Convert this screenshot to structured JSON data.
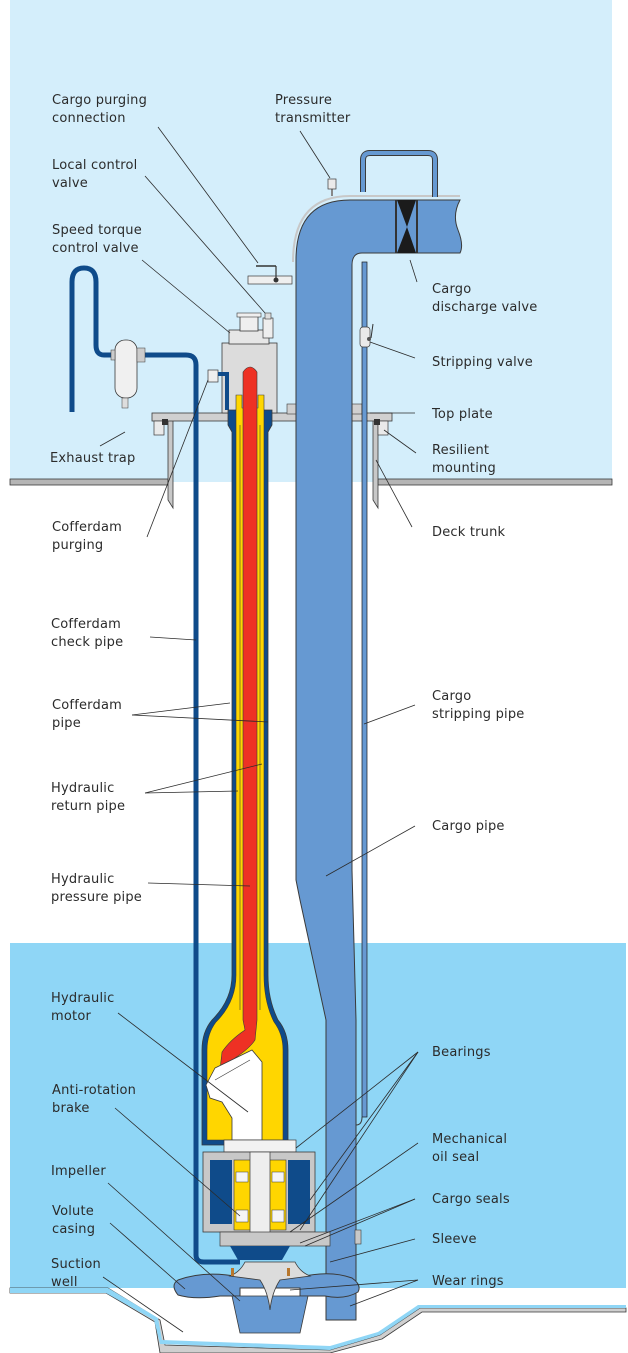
{
  "title": "Submerged cargo pump cross-section",
  "colors": {
    "atmosphere": "#d4eefb",
    "cargo_liquid": "#8fd6f6",
    "cargo_pipe": "#6699d2",
    "cofferdam": "#0f4b8a",
    "hydraulic_return": "#ffd600",
    "hydraulic_pressure": "#ee3124",
    "steel": "#c8c8c8",
    "white": "#ffffff"
  },
  "labels": {
    "cargo_purging_connection": [
      "Cargo purging",
      "connection"
    ],
    "pressure_transmitter": [
      "Pressure",
      "transmitter"
    ],
    "local_control_valve": [
      "Local control",
      "valve"
    ],
    "speed_torque_control_valve": [
      "Speed torque",
      "control valve"
    ],
    "cargo_discharge_valve": [
      "Cargo",
      "discharge valve"
    ],
    "stripping_valve": [
      "Stripping valve"
    ],
    "exhaust_trap": [
      "Exhaust trap"
    ],
    "top_plate": [
      "Top plate"
    ],
    "resilient_mounting": [
      "Resilient",
      "mounting"
    ],
    "cofferdam_purging": [
      "Cofferdam",
      "purging"
    ],
    "deck_trunk": [
      "Deck trunk"
    ],
    "cofferdam_check_pipe": [
      "Cofferdam",
      "check pipe"
    ],
    "cofferdam_pipe": [
      "Cofferdam",
      "pipe"
    ],
    "cargo_stripping_pipe": [
      "Cargo",
      "stripping pipe"
    ],
    "hydraulic_return_pipe": [
      "Hydraulic",
      "return pipe"
    ],
    "cargo_pipe": [
      "Cargo pipe"
    ],
    "hydraulic_pressure_pipe": [
      "Hydraulic",
      "pressure pipe"
    ],
    "hydraulic_motor": [
      "Hydraulic",
      "motor"
    ],
    "bearings": [
      "Bearings"
    ],
    "anti_rotation_brake": [
      "Anti-rotation",
      "brake"
    ],
    "mechanical_oil_seal": [
      "Mechanical",
      "oil seal"
    ],
    "impeller": [
      "Impeller"
    ],
    "cargo_seals": [
      "Cargo seals"
    ],
    "volute_casing": [
      "Volute",
      "casing"
    ],
    "sleeve": [
      "Sleeve"
    ],
    "suction_well": [
      "Suction",
      "well"
    ],
    "wear_rings": [
      "Wear rings"
    ]
  }
}
